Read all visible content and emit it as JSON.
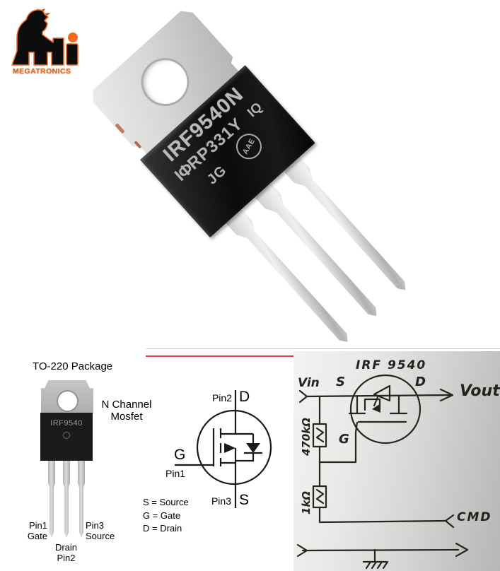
{
  "brand": {
    "name": "MEGATRONICS"
  },
  "product_photo": {
    "marking": {
      "line1": "IRF9540N",
      "ir_logo": "IΦR",
      "lot": "P331Y",
      "suffix": "IQ",
      "date_code": "JG",
      "stamp": "AAE"
    }
  },
  "package_diagram": {
    "title": "TO-220 Package",
    "type_line1": "N Channel",
    "type_line2": "Mosfet",
    "chip_marking": "IRF9540",
    "pin1_name": "Pin1",
    "pin1_func": "Gate",
    "pin2_func": "Drain",
    "pin2_name": "Pin2",
    "pin3_name": "Pin3",
    "pin3_func": "Source"
  },
  "symbol": {
    "pin2": "Pin2",
    "drain": "D",
    "gate": "G",
    "pin1": "Pin1",
    "pin3": "Pin3",
    "source": "S",
    "legend": [
      "S = Source",
      "G = Gate",
      "D = Drain"
    ]
  },
  "schematic": {
    "title": "IRF 9540",
    "vin": "Vin",
    "source": "S",
    "drain": "D",
    "vout": "Vout",
    "gate": "G",
    "r_pullup": "470kΩ",
    "r_gate": "1kΩ",
    "cmd": "CMD"
  },
  "colors": {
    "accent": "#f26a21",
    "divider_red": "#d8453c"
  }
}
